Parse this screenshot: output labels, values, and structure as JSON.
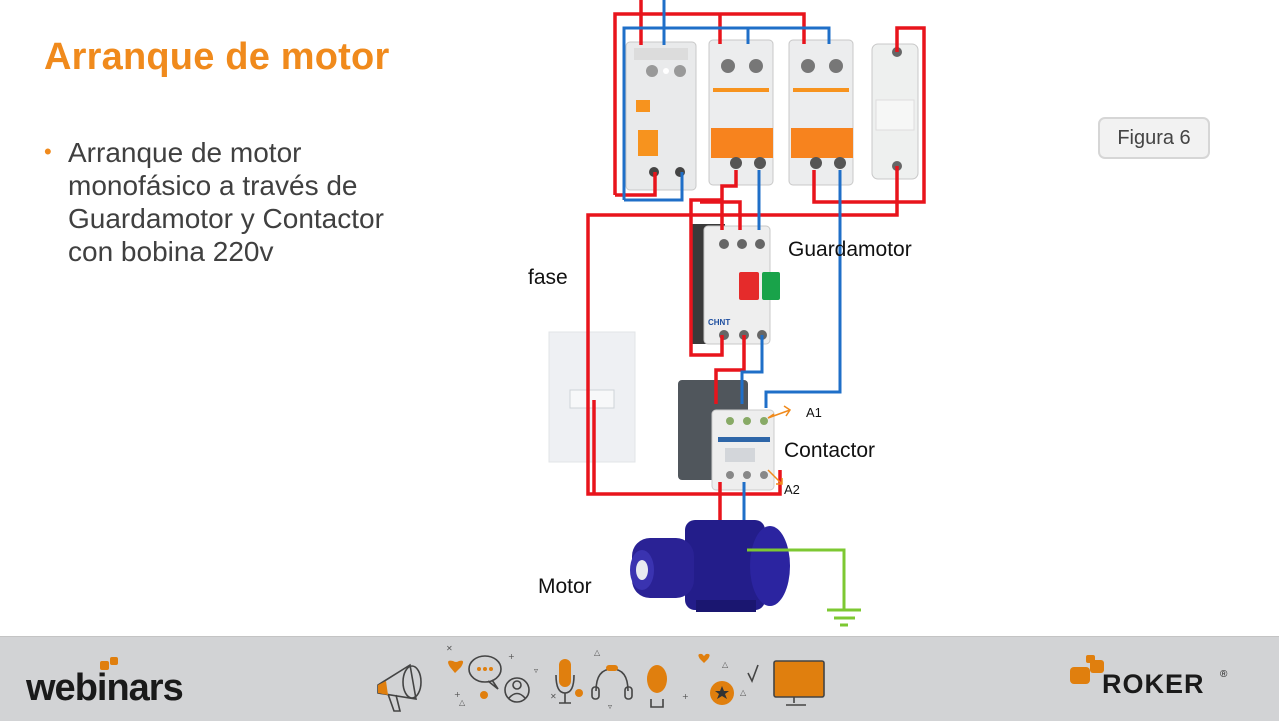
{
  "slide": {
    "title": "Arranque de motor",
    "bullet": {
      "lines": [
        "Arranque de motor",
        "monofásico a través de",
        "Guardamotor y Contactor",
        "con bobina 220v"
      ]
    },
    "figure_label": "Figura 6"
  },
  "diagram": {
    "labels": {
      "fase": "fase",
      "guardamotor": "Guardamotor",
      "contactor": "Contactor",
      "a1": "A1",
      "a2": "A2",
      "motor": "Motor"
    },
    "components": [
      "diferencial",
      "breaker-1",
      "breaker-2",
      "portafusible",
      "guardamotor",
      "interruptor",
      "contactor",
      "motor",
      "tierra"
    ],
    "guardamotor_brand": "CHNT",
    "colors": {
      "phase_wire": "#e8141c",
      "neutral_wire": "#1f6fc8",
      "ground_wire": "#7dc832",
      "coil_arrow": "#f08a1c"
    }
  },
  "footer": {
    "left_logo": "webinars",
    "right_logo": "ROKER",
    "right_logo_mark": "®",
    "accent": "#e07f0e",
    "icons": [
      "megaphone-icon",
      "heart-icon",
      "chat-bubble-icon",
      "user-icon",
      "microphone-icon",
      "headphones-icon",
      "lightbulb-icon",
      "star-badge-icon",
      "checkmark-icon",
      "monitor-icon"
    ]
  }
}
